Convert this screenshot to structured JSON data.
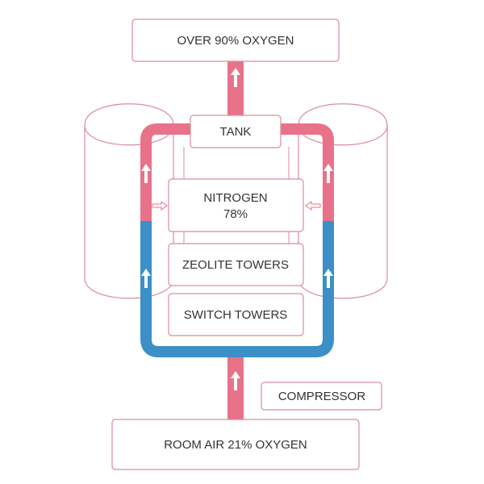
{
  "labels": {
    "output": "OVER 90% OXYGEN",
    "tank": "TANK",
    "nitrogen_line1": "NITROGEN",
    "nitrogen_line2": "78%",
    "zeolite": "ZEOLITE TOWERS",
    "switch": "SWITCH TOWERS",
    "compressor": "COMPRESSOR",
    "input": "ROOM AIR 21% OXYGEN"
  },
  "colors": {
    "oxygen": "#E8728A",
    "air": "#3C8FC7",
    "box_border": "#D98C9C",
    "text": "#333333"
  },
  "icons": {
    "flow_arrow": "up-arrow-icon",
    "release_arrow": "hollow-arrow-icon"
  }
}
